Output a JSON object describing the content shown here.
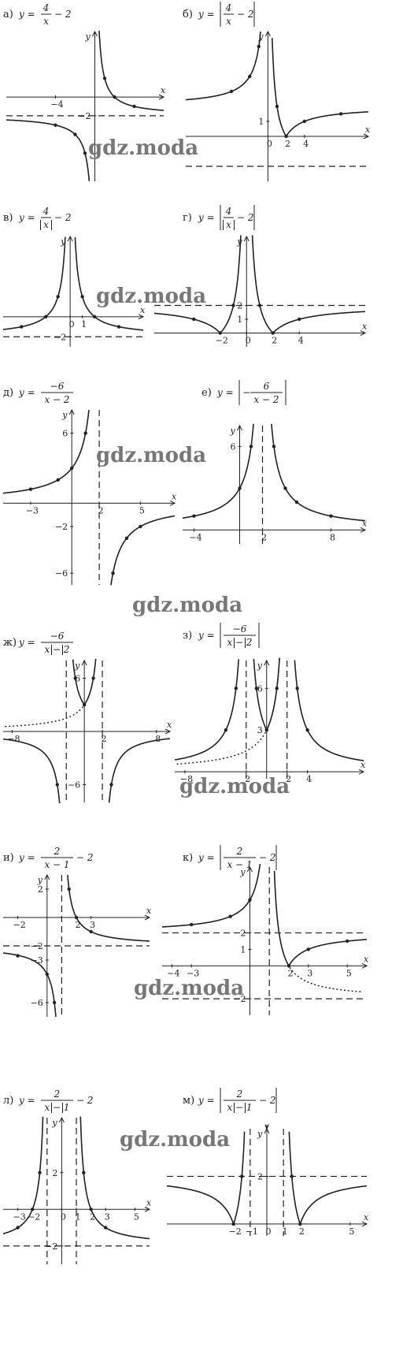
{
  "watermark": "gdz.moda",
  "chart_data": [
    {
      "letter": "а)",
      "formula": {
        "prefix": "y =",
        "num": "4",
        "den": "x",
        "tail": "− 2",
        "abs_outer": false,
        "abs_den": false
      },
      "type": "line",
      "x_axis": "x",
      "y_axis": "y",
      "ticks": [
        {
          "axis": "x",
          "value": -4,
          "text": "−4"
        },
        {
          "axis": "y",
          "value": -2,
          "text": "−2"
        }
      ],
      "asymptotes": [
        {
          "orient": "h",
          "at": -2
        }
      ],
      "points": [
        [
          -4,
          -3
        ],
        [
          -2,
          -4
        ],
        [
          -1,
          -6
        ],
        [
          1,
          2
        ],
        [
          2,
          0
        ],
        [
          4,
          -1
        ],
        [
          8,
          -1.5
        ]
      ],
      "xlim": [
        -9,
        7
      ],
      "ylim": [
        -9,
        7
      ]
    },
    {
      "letter": "б)",
      "formula": {
        "prefix": "y =",
        "num": "4",
        "den": "x",
        "tail": "− 2",
        "abs_outer": true,
        "abs_den": false
      },
      "type": "line",
      "x_axis": "x",
      "y_axis": "y",
      "ticks": [
        {
          "axis": "x",
          "value": 0,
          "text": "0"
        },
        {
          "axis": "x",
          "value": 2,
          "text": "2"
        },
        {
          "axis": "x",
          "value": 4,
          "text": "4"
        },
        {
          "axis": "y",
          "value": 1,
          "text": "1"
        }
      ],
      "asymptotes": [
        {
          "orient": "h",
          "at": -2
        }
      ],
      "points": [
        [
          -4,
          3
        ],
        [
          -2,
          4
        ],
        [
          -1,
          6
        ],
        [
          1,
          2
        ],
        [
          2,
          0
        ],
        [
          4,
          1
        ],
        [
          8,
          1.5
        ]
      ],
      "xlim": [
        -9,
        11
      ],
      "ylim": [
        -3,
        7
      ]
    },
    {
      "letter": "в)",
      "formula": {
        "prefix": "y =",
        "num": "4",
        "den": "x",
        "tail": "− 2",
        "abs_outer": false,
        "abs_den": true
      },
      "type": "line",
      "x_axis": "x",
      "y_axis": "y",
      "ticks": [
        {
          "axis": "x",
          "value": 0,
          "text": "0"
        },
        {
          "axis": "x",
          "value": 1,
          "text": "1"
        },
        {
          "axis": "y",
          "value": -2,
          "text": "−2"
        }
      ],
      "asymptotes": [
        {
          "orient": "h",
          "at": -2
        }
      ],
      "points": [
        [
          -4,
          -1
        ],
        [
          -2,
          0
        ],
        [
          -1,
          2
        ],
        [
          1,
          2
        ],
        [
          2,
          0
        ],
        [
          4,
          -1
        ]
      ],
      "xlim": [
        -5.5,
        6
      ],
      "ylim": [
        -3,
        8
      ]
    },
    {
      "letter": "г)",
      "formula": {
        "prefix": "y =",
        "num": "4",
        "den": "x",
        "tail": "− 2",
        "abs_outer": true,
        "abs_den": true
      },
      "type": "line",
      "x_axis": "x",
      "y_axis": "y",
      "ticks": [
        {
          "axis": "x",
          "value": -2,
          "text": "−2"
        },
        {
          "axis": "x",
          "value": 0,
          "text": "0"
        },
        {
          "axis": "x",
          "value": 2,
          "text": "2"
        },
        {
          "axis": "x",
          "value": 4,
          "text": "4"
        },
        {
          "axis": "y",
          "value": 1,
          "text": "1"
        },
        {
          "axis": "y",
          "value": 2,
          "text": "2"
        }
      ],
      "asymptotes": [
        {
          "orient": "h",
          "at": 2
        }
      ],
      "points": [
        [
          -4,
          1
        ],
        [
          -2,
          0
        ],
        [
          -1,
          2
        ],
        [
          1,
          2
        ],
        [
          2,
          0
        ],
        [
          4,
          1
        ]
      ],
      "xlim": [
        -7,
        9
      ],
      "ylim": [
        -1,
        7
      ]
    },
    {
      "letter": "д)",
      "formula": {
        "prefix": "y =",
        "num": "−6",
        "den": "x − 2",
        "tail": "",
        "abs_outer": false,
        "abs_den": false
      },
      "type": "line",
      "x_axis": "x",
      "y_axis": "y",
      "ticks": [
        {
          "axis": "x",
          "value": -3,
          "text": "−3"
        },
        {
          "axis": "x",
          "value": 2,
          "text": "2"
        },
        {
          "axis": "x",
          "value": 5,
          "text": "5"
        },
        {
          "axis": "y",
          "value": 6,
          "text": "6"
        },
        {
          "axis": "y",
          "value": -2,
          "text": "−2"
        },
        {
          "axis": "y",
          "value": -6,
          "text": "−6"
        }
      ],
      "asymptotes": [
        {
          "orient": "v",
          "at": 2
        }
      ],
      "points": [
        [
          -3,
          1.2
        ],
        [
          -1,
          2
        ],
        [
          0,
          3
        ],
        [
          1,
          6
        ],
        [
          3,
          -6
        ],
        [
          4,
          -3
        ],
        [
          5,
          -2
        ],
        [
          8,
          -1
        ]
      ],
      "xlim": [
        -5,
        7.5
      ],
      "ylim": [
        -7,
        8
      ]
    },
    {
      "letter": "е)",
      "formula": {
        "prefix": "y =",
        "num": "6",
        "den": "x − 2",
        "tail": "",
        "abs_outer": true,
        "abs_den": false,
        "neg": true
      },
      "type": "line",
      "x_axis": "x",
      "y_axis": "y",
      "ticks": [
        {
          "axis": "x",
          "value": -4,
          "text": "−4"
        },
        {
          "axis": "x",
          "value": 2,
          "text": "2"
        },
        {
          "axis": "x",
          "value": 8,
          "text": "8"
        },
        {
          "axis": "y",
          "value": 6,
          "text": "6"
        }
      ],
      "asymptotes": [
        {
          "orient": "v",
          "at": 2
        }
      ],
      "points": [
        [
          -4,
          1
        ],
        [
          0,
          3
        ],
        [
          1,
          6
        ],
        [
          3,
          6
        ],
        [
          4,
          3
        ],
        [
          5,
          2
        ],
        [
          8,
          1
        ]
      ],
      "xlim": [
        -5,
        11
      ],
      "ylim": [
        -1,
        7.5
      ]
    },
    {
      "letter": "ж)",
      "formula": {
        "prefix": "y =",
        "num": "−6",
        "den": "x − 2",
        "tail": "",
        "abs_outer": false,
        "abs_den": true
      },
      "type": "line",
      "x_axis": "x",
      "y_axis": "y",
      "ticks": [
        {
          "axis": "x",
          "value": -8,
          "text": "−8"
        },
        {
          "axis": "x",
          "value": 2,
          "text": "2"
        },
        {
          "axis": "x",
          "value": 8,
          "text": "8"
        },
        {
          "axis": "y",
          "value": 6,
          "text": "6"
        },
        {
          "axis": "y",
          "value": -6,
          "text": "−6"
        }
      ],
      "asymptotes": [
        {
          "orient": "v",
          "at": -2
        },
        {
          "orient": "v",
          "at": 2
        }
      ],
      "points": [
        [
          -1,
          6
        ],
        [
          0,
          3
        ],
        [
          1,
          6
        ],
        [
          -3,
          -6
        ],
        [
          3,
          -6
        ]
      ],
      "xlim": [
        -9,
        9.5
      ],
      "ylim": [
        -8,
        8
      ]
    },
    {
      "letter": "з)",
      "formula": {
        "prefix": "y =",
        "num": "−6",
        "den": "x − 2",
        "tail": "",
        "abs_outer": true,
        "abs_den": true
      },
      "type": "line",
      "x_axis": "x",
      "y_axis": "y",
      "ticks": [
        {
          "axis": "x",
          "value": -8,
          "text": "−8"
        },
        {
          "axis": "x",
          "value": -2,
          "text": "2"
        },
        {
          "axis": "x",
          "value": 2,
          "text": "2"
        },
        {
          "axis": "x",
          "value": 4,
          "text": "4"
        },
        {
          "axis": "y",
          "value": 3,
          "text": "3"
        },
        {
          "axis": "y",
          "value": 6,
          "text": "6"
        }
      ],
      "asymptotes": [
        {
          "orient": "v",
          "at": -2
        },
        {
          "orient": "v",
          "at": 2
        }
      ],
      "points": [
        [
          -4,
          3
        ],
        [
          -3,
          6
        ],
        [
          -1,
          6
        ],
        [
          0,
          3
        ],
        [
          1,
          6
        ],
        [
          3,
          6
        ],
        [
          4,
          3
        ]
      ],
      "xlim": [
        -9,
        9.5
      ],
      "ylim": [
        -0.5,
        8
      ]
    },
    {
      "letter": "и)",
      "formula": {
        "prefix": "y =",
        "num": "2",
        "den": "x − 1",
        "tail": "− 2",
        "abs_outer": false,
        "abs_den": false
      },
      "type": "line",
      "x_axis": "x",
      "y_axis": "y",
      "ticks": [
        {
          "axis": "x",
          "value": -2,
          "text": "−2"
        },
        {
          "axis": "x",
          "value": 2,
          "text": "2"
        },
        {
          "axis": "x",
          "value": 3,
          "text": "3"
        },
        {
          "axis": "y",
          "value": 2,
          "text": "2"
        },
        {
          "axis": "y",
          "value": -2,
          "text": "−2"
        },
        {
          "axis": "y",
          "value": -3,
          "text": "−3"
        },
        {
          "axis": "y",
          "value": -6,
          "text": "−6"
        }
      ],
      "asymptotes": [
        {
          "orient": "v",
          "at": 1
        },
        {
          "orient": "h",
          "at": -2
        }
      ],
      "points": [
        [
          -2,
          -2.7
        ],
        [
          0,
          -4
        ],
        [
          0.5,
          -6
        ],
        [
          1.5,
          2
        ],
        [
          2,
          0
        ],
        [
          3,
          -1
        ]
      ],
      "xlim": [
        -3,
        7
      ],
      "ylim": [
        -7,
        3
      ]
    },
    {
      "letter": "к)",
      "formula": {
        "prefix": "y =",
        "num": "2",
        "den": "x − 1",
        "tail": "− 2",
        "abs_outer": true,
        "abs_den": false
      },
      "type": "line",
      "x_axis": "x",
      "y_axis": "y",
      "ticks": [
        {
          "axis": "x",
          "value": -4,
          "text": "−4"
        },
        {
          "axis": "x",
          "value": -3,
          "text": "−3"
        },
        {
          "axis": "x",
          "value": 2,
          "text": "2"
        },
        {
          "axis": "x",
          "value": 3,
          "text": "3"
        },
        {
          "axis": "x",
          "value": 5,
          "text": "5"
        },
        {
          "axis": "y",
          "value": 2,
          "text": "2"
        },
        {
          "axis": "y",
          "value": 1,
          "text": "1"
        },
        {
          "axis": "y",
          "value": -2,
          "text": "−2"
        }
      ],
      "asymptotes": [
        {
          "orient": "v",
          "at": 1
        },
        {
          "orient": "h",
          "at": 2
        },
        {
          "orient": "h",
          "at": -2
        }
      ],
      "points": [
        [
          -3,
          2.5
        ],
        [
          -1,
          3
        ],
        [
          0,
          4
        ],
        [
          2,
          0
        ],
        [
          3,
          1
        ],
        [
          5,
          1.5
        ]
      ],
      "xlim": [
        -4.5,
        6
      ],
      "ylim": [
        -3,
        6
      ]
    },
    {
      "letter": "л)",
      "formula": {
        "prefix": "y =",
        "num": "2",
        "den": "x − 1",
        "tail": "− 2",
        "abs_outer": false,
        "abs_den": true
      },
      "type": "line",
      "x_axis": "x",
      "y_axis": "y",
      "ticks": [
        {
          "axis": "x",
          "value": -3,
          "text": "−3"
        },
        {
          "axis": "x",
          "value": -2,
          "text": "−2"
        },
        {
          "axis": "x",
          "value": 0,
          "text": "0"
        },
        {
          "axis": "x",
          "value": 1,
          "text": "1"
        },
        {
          "axis": "x",
          "value": 2,
          "text": "2"
        },
        {
          "axis": "x",
          "value": 3,
          "text": "3"
        },
        {
          "axis": "x",
          "value": 5,
          "text": "5"
        },
        {
          "axis": "y",
          "value": 2,
          "text": "2"
        },
        {
          "axis": "y",
          "value": -2,
          "text": "−2"
        }
      ],
      "asymptotes": [
        {
          "orient": "v",
          "at": -1
        },
        {
          "orient": "v",
          "at": 1
        },
        {
          "orient": "h",
          "at": -2
        }
      ],
      "points": [
        [
          -3,
          -1
        ],
        [
          -2,
          0
        ],
        [
          -1.5,
          2
        ],
        [
          1.5,
          2
        ],
        [
          2,
          0
        ],
        [
          3,
          -1
        ]
      ],
      "xlim": [
        -4,
        6
      ],
      "ylim": [
        -3,
        5
      ]
    },
    {
      "letter": "м)",
      "formula": {
        "prefix": "y =",
        "num": "2",
        "den": "x − 1",
        "tail": "− 2",
        "abs_outer": true,
        "abs_den": true
      },
      "type": "line",
      "x_axis": "x",
      "y_axis": "y",
      "ticks": [
        {
          "axis": "x",
          "value": -2,
          "text": "−2"
        },
        {
          "axis": "x",
          "value": -1,
          "text": "−1"
        },
        {
          "axis": "x",
          "value": 0,
          "text": "0"
        },
        {
          "axis": "x",
          "value": 1,
          "text": "1"
        },
        {
          "axis": "x",
          "value": 2,
          "text": "2"
        },
        {
          "axis": "x",
          "value": 5,
          "text": "5"
        },
        {
          "axis": "y",
          "value": 2,
          "text": "2"
        }
      ],
      "asymptotes": [
        {
          "orient": "v",
          "at": -1
        },
        {
          "orient": "v",
          "at": 1
        },
        {
          "orient": "h",
          "at": 2
        }
      ],
      "points": [
        [
          -2,
          0
        ],
        [
          -1.5,
          2
        ],
        [
          1.5,
          2
        ],
        [
          2,
          0
        ]
      ],
      "xlim": [
        -6,
        6
      ],
      "ylim": [
        -0.5,
        4
      ]
    }
  ]
}
